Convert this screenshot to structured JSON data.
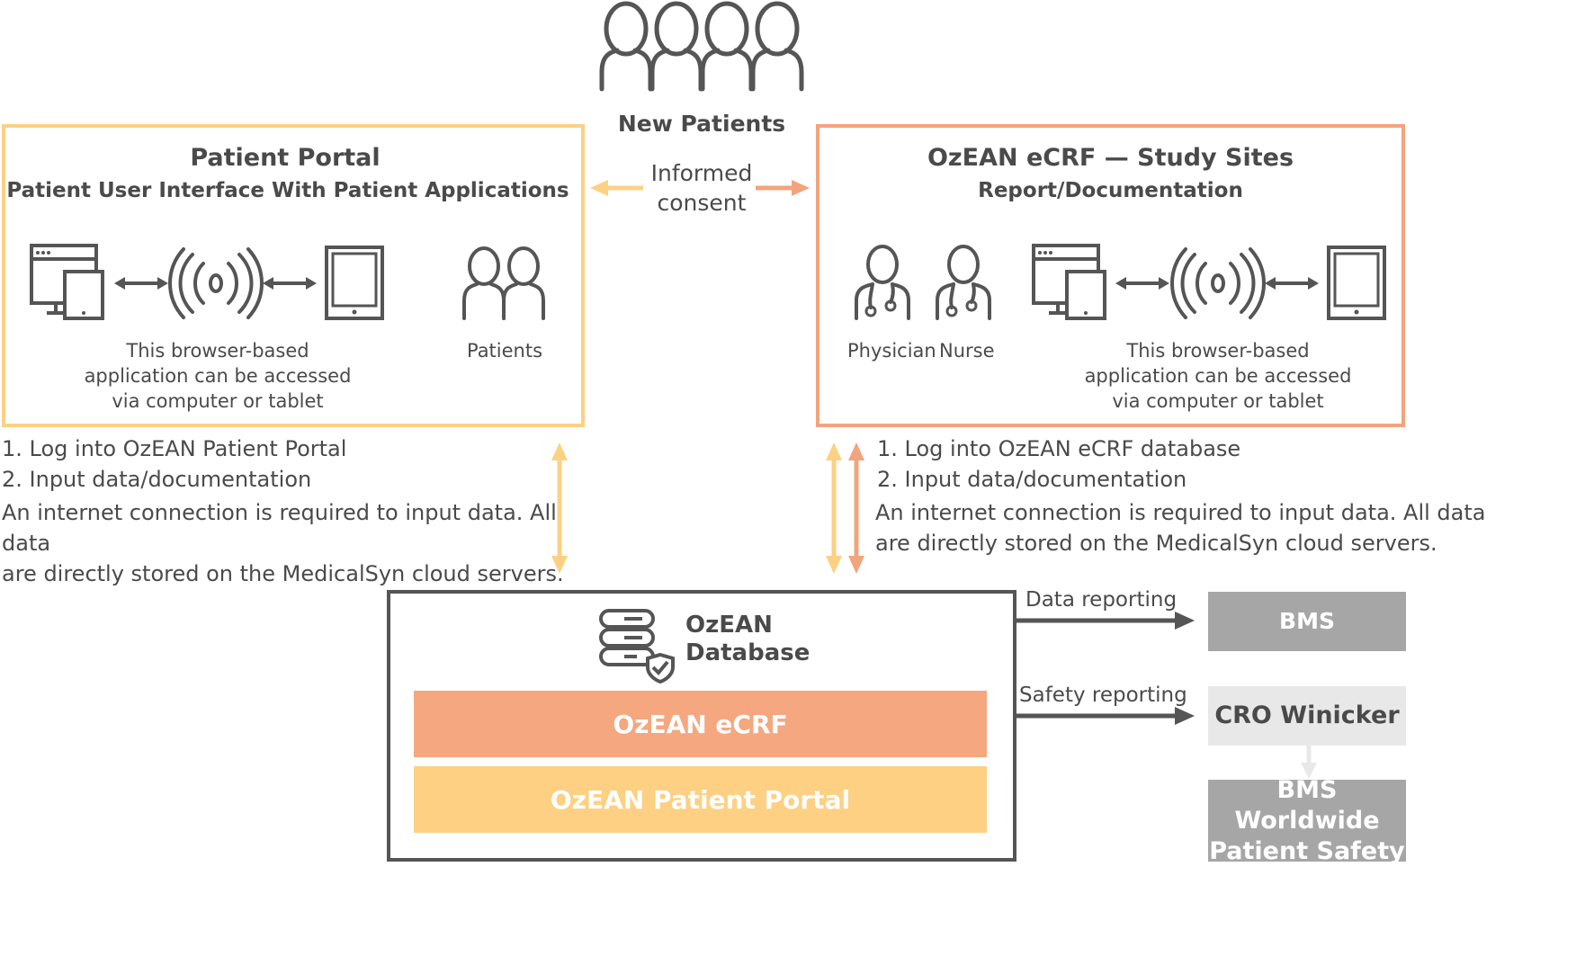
{
  "top": {
    "label": "New Patients",
    "consent_line1": "Informed",
    "consent_line2": "consent"
  },
  "patient_portal": {
    "title": "Patient Portal",
    "subtitle": "Patient User Interface With Patient Applications",
    "caption_lines": [
      "This browser-based",
      "application can be accessed",
      "via computer or tablet"
    ],
    "patients_label": "Patients",
    "steps": [
      "1. Log into OzEAN Patient Portal",
      "2. Input data/documentation"
    ],
    "note_lines": [
      "An internet connection is required to input data. All data",
      "are directly stored on the MedicalSyn cloud servers."
    ]
  },
  "ecrf_sites": {
    "title": "OzEAN eCRF — Study Sites",
    "subtitle": "Report/Documentation",
    "physician_label": "Physician",
    "nurse_label": "Nurse",
    "caption_lines": [
      "This browser-based",
      "application can be accessed",
      "via computer or tablet"
    ],
    "steps": [
      "1. Log into OzEAN eCRF database",
      "2. Input data/documentation"
    ],
    "note_lines": [
      "An internet connection is required to input data. All data",
      "are directly stored on the MedicalSyn cloud servers."
    ]
  },
  "database": {
    "title_line1": "OzEAN",
    "title_line2": "Database",
    "bar_ecrf": "OzEAN eCRF",
    "bar_portal": "OzEAN Patient Portal"
  },
  "reporting": {
    "data_label": "Data reporting",
    "safety_label": "Safety reporting",
    "bms": "BMS",
    "cro": "CRO Winicker",
    "worldwide_line1": "BMS Worldwide",
    "worldwide_line2": "Patient Safety"
  },
  "colors": {
    "yellow": "#fcd184",
    "orange": "#f2a47d",
    "dark": "#555555",
    "grey_box": "#a6a6a6",
    "light_grey_box": "#e8e8e8"
  },
  "icons": [
    "people-group-icon",
    "computer-tablet-icon",
    "wireless-signal-icon",
    "tablet-icon",
    "patients-icon",
    "physician-icon",
    "nurse-icon",
    "database-shield-icon"
  ]
}
